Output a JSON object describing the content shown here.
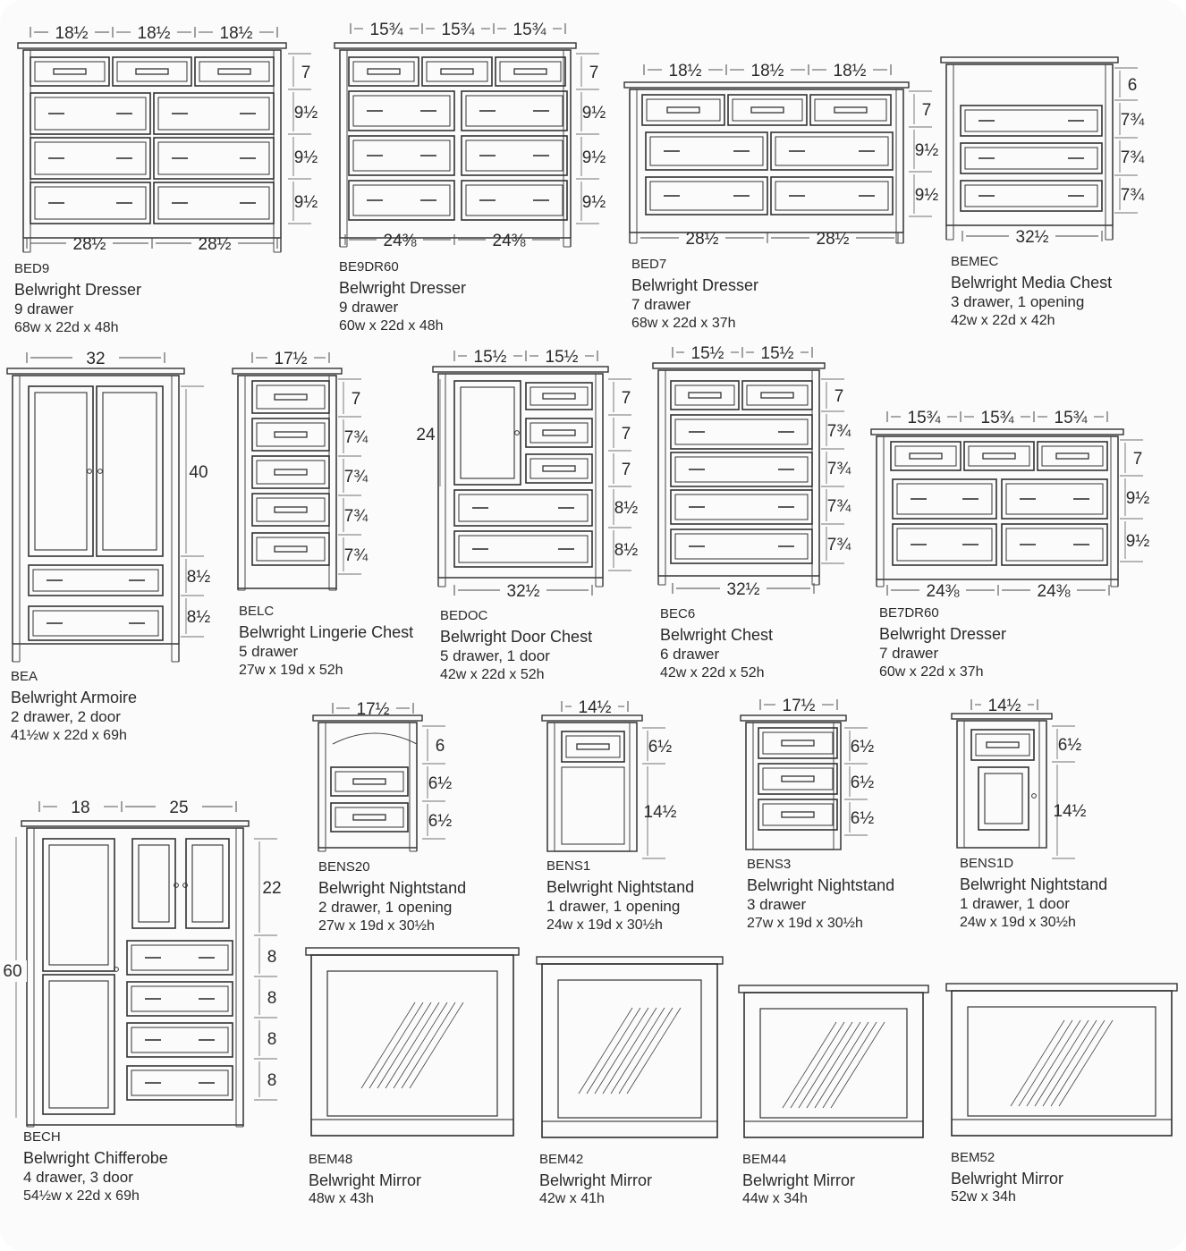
{
  "products": [
    {
      "id": "BED9",
      "code": "BED9",
      "name": "Belwright Dresser",
      "desc": "9 drawer",
      "size": "68w x 22d x 48h",
      "widths": [
        "18½",
        "18½",
        "18½"
      ],
      "bottom_widths": [
        "28½",
        "28½"
      ],
      "heights": [
        "7",
        "9½",
        "9½",
        "9½"
      ]
    },
    {
      "id": "BE9DR60",
      "code": "BE9DR60",
      "name": "Belwright Dresser",
      "desc": "9 drawer",
      "size": "60w x 22d x 48h",
      "widths": [
        "15¾",
        "15¾",
        "15¾"
      ],
      "bottom_widths": [
        "24⅜",
        "24⅜"
      ],
      "heights": [
        "7",
        "9½",
        "9½",
        "9½"
      ]
    },
    {
      "id": "BED7",
      "code": "BED7",
      "name": "Belwright Dresser",
      "desc": "7 drawer",
      "size": "68w x 22d x 37h",
      "widths": [
        "18½",
        "18½",
        "18½"
      ],
      "bottom_widths": [
        "28½",
        "28½"
      ],
      "heights": [
        "7",
        "9½",
        "9½"
      ]
    },
    {
      "id": "BEMEC",
      "code": "BEMEC",
      "name": "Belwright Media Chest",
      "desc": "3 drawer, 1 opening",
      "size": "42w x 22d x 42h",
      "bottom_widths": [
        "32½"
      ],
      "heights": [
        "6",
        "7¾",
        "7¾",
        "7¾"
      ]
    },
    {
      "id": "BEA",
      "code": "BEA",
      "name": "Belwright Armoire",
      "desc": "2 drawer, 2 door",
      "size": "41½w x 22d x 69h",
      "widths": [
        "32"
      ],
      "heights": [
        "40",
        "8½",
        "8½"
      ]
    },
    {
      "id": "BELC",
      "code": "BELC",
      "name": "Belwright Lingerie Chest",
      "desc": "5 drawer",
      "size": "27w x 19d x 52h",
      "widths": [
        "17½"
      ],
      "heights": [
        "7",
        "7¾",
        "7¾",
        "7¾",
        "7¾"
      ]
    },
    {
      "id": "BEDOC",
      "code": "BEDOC",
      "name": "Belwright Door Chest",
      "desc": "5 drawer, 1 door",
      "size": "42w x 22d x 52h",
      "widths": [
        "15½",
        "15½"
      ],
      "bottom_widths": [
        "32½"
      ],
      "heights": [
        "7",
        "7",
        "7",
        "8½",
        "8½"
      ],
      "side_height": "24"
    },
    {
      "id": "BEC6",
      "code": "BEC6",
      "name": "Belwright Chest",
      "desc": "6 drawer",
      "size": "42w x 22d x 52h",
      "widths": [
        "15½",
        "15½"
      ],
      "bottom_widths": [
        "32½"
      ],
      "heights": [
        "7",
        "7¾",
        "7¾",
        "7¾",
        "7¾"
      ]
    },
    {
      "id": "BE7DR60",
      "code": "BE7DR60",
      "name": "Belwright Dresser",
      "desc": "7 drawer",
      "size": "60w x 22d x 37h",
      "widths": [
        "15¾",
        "15¾",
        "15¾"
      ],
      "bottom_widths": [
        "24⅜",
        "24⅜"
      ],
      "heights": [
        "7",
        "9½",
        "9½"
      ]
    },
    {
      "id": "BENS20",
      "code": "BENS20",
      "name": "Belwright Nightstand",
      "desc": "2 drawer, 1 opening",
      "size": "27w x 19d x 30½h",
      "widths": [
        "17½"
      ],
      "heights": [
        "6",
        "6½",
        "6½"
      ]
    },
    {
      "id": "BENS1",
      "code": "BENS1",
      "name": "Belwright Nightstand",
      "desc": "1 drawer, 1 opening",
      "size": "24w x 19d x 30½h",
      "widths": [
        "14½"
      ],
      "heights": [
        "6½",
        "14½"
      ]
    },
    {
      "id": "BENS3",
      "code": "BENS3",
      "name": "Belwright Nightstand",
      "desc": "3 drawer",
      "size": "27w x 19d x 30½h",
      "widths": [
        "17½"
      ],
      "heights": [
        "6½",
        "6½",
        "6½"
      ]
    },
    {
      "id": "BENS1D",
      "code": "BENS1D",
      "name": "Belwright Nightstand",
      "desc": "1 drawer, 1 door",
      "size": "24w x 19d x 30½h",
      "widths": [
        "14½"
      ],
      "heights": [
        "6½",
        "14½"
      ]
    },
    {
      "id": "BECH",
      "code": "BECH",
      "name": "Belwright Chifferobe",
      "desc": "4 drawer, 3 door",
      "size": "54½w x 22d x 69h",
      "widths": [
        "18",
        "25"
      ],
      "heights": [
        "22",
        "8",
        "8",
        "8",
        "8"
      ],
      "side_height": "60"
    },
    {
      "id": "BEM48",
      "code": "BEM48",
      "name": "Belwright Mirror",
      "desc": "",
      "size": "48w x 43h"
    },
    {
      "id": "BEM42",
      "code": "BEM42",
      "name": "Belwright Mirror",
      "desc": "",
      "size": "42w x 41h"
    },
    {
      "id": "BEM44",
      "code": "BEM44",
      "name": "Belwright Mirror",
      "desc": "",
      "size": "44w x 34h"
    },
    {
      "id": "BEM52",
      "code": "BEM52",
      "name": "Belwright Mirror",
      "desc": "",
      "size": "52w x 34h"
    }
  ]
}
